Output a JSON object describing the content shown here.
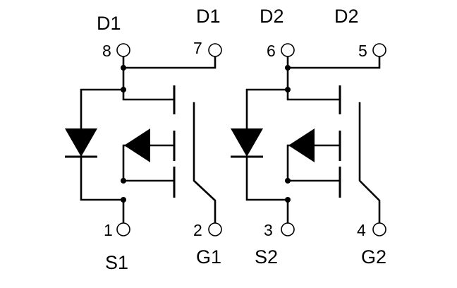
{
  "schematic": {
    "mosfet_1": {
      "pins": [
        {
          "number": "8",
          "name": "D1"
        },
        {
          "number": "7",
          "name": "D1"
        },
        {
          "number": "1",
          "name": "S1"
        },
        {
          "number": "2",
          "name": "G1"
        }
      ]
    },
    "mosfet_2": {
      "pins": [
        {
          "number": "6",
          "name": "D2"
        },
        {
          "number": "5",
          "name": "D2"
        },
        {
          "number": "3",
          "name": "S2"
        },
        {
          "number": "4",
          "name": "G2"
        }
      ]
    }
  }
}
